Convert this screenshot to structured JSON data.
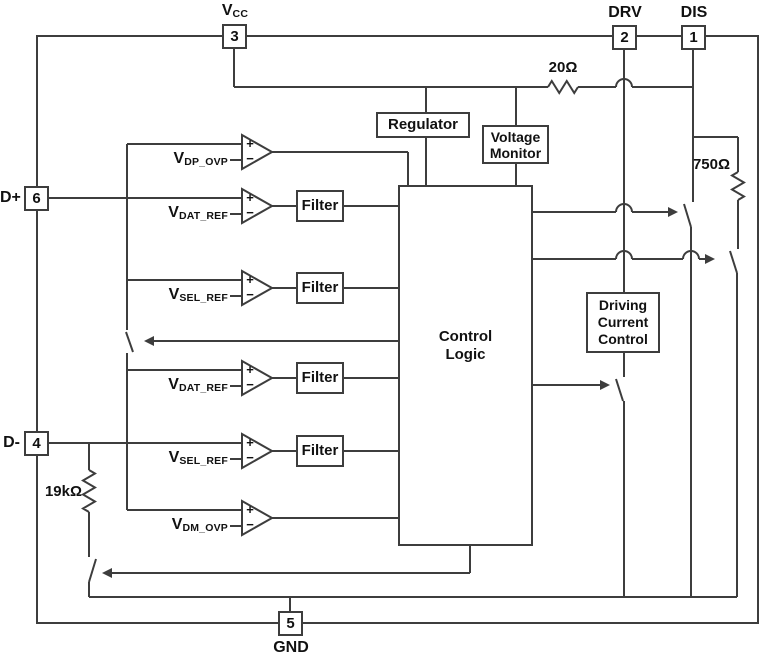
{
  "diagram": {
    "pins": {
      "vcc": {
        "number": "3",
        "label_main": "V",
        "label_sub": "CC"
      },
      "drv": {
        "number": "2",
        "label": "DRV"
      },
      "dis": {
        "number": "1",
        "label": "DIS"
      },
      "dplus": {
        "number": "6",
        "label": "D+"
      },
      "dminus": {
        "number": "4",
        "label": "D-"
      },
      "gnd": {
        "number": "5",
        "label": "GND"
      }
    },
    "blocks": {
      "regulator": "Regulator",
      "voltage_monitor_line1": "Voltage",
      "voltage_monitor_line2": "Monitor",
      "control_logic_line1": "Control",
      "control_logic_line2": "Logic",
      "dcc_line1": "Driving",
      "dcc_line2": "Current",
      "dcc_line3": "Control",
      "filter": "Filter"
    },
    "resistors": {
      "r20": "20Ω",
      "r750": "750Ω",
      "r19k": "19kΩ"
    },
    "comparators": [
      {
        "label_main": "V",
        "label_sub": "DP_OVP"
      },
      {
        "label_main": "V",
        "label_sub": "DAT_REF"
      },
      {
        "label_main": "V",
        "label_sub": "SEL_REF"
      },
      {
        "label_main": "V",
        "label_sub": "DAT_REF"
      },
      {
        "label_main": "V",
        "label_sub": "SEL_REF"
      },
      {
        "label_main": "V",
        "label_sub": "DM_OVP"
      }
    ],
    "signs": {
      "plus": "+",
      "minus": "−"
    },
    "colors": {
      "line": "#3d3d3d",
      "text": "#111111",
      "background": "#ffffff"
    }
  }
}
